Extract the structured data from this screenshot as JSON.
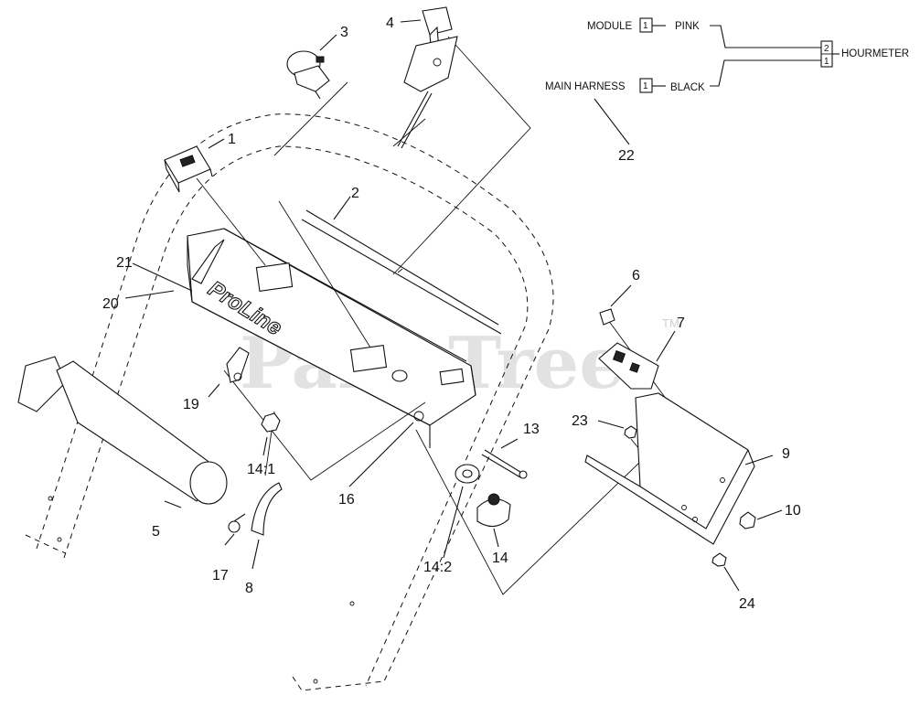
{
  "diagram": {
    "watermark": "PartsTree",
    "trademark": "TM",
    "brand_label": "ProLine",
    "callouts": [
      {
        "id": "c1",
        "text": "1"
      },
      {
        "id": "c2",
        "text": "2"
      },
      {
        "id": "c3",
        "text": "3"
      },
      {
        "id": "c4",
        "text": "4"
      },
      {
        "id": "c5",
        "text": "5"
      },
      {
        "id": "c6",
        "text": "6"
      },
      {
        "id": "c7",
        "text": "7"
      },
      {
        "id": "c8",
        "text": "8"
      },
      {
        "id": "c9",
        "text": "9"
      },
      {
        "id": "c10",
        "text": "10"
      },
      {
        "id": "c13",
        "text": "13"
      },
      {
        "id": "c14",
        "text": "14"
      },
      {
        "id": "c14_1",
        "text": "14:1"
      },
      {
        "id": "c14_2",
        "text": "14:2"
      },
      {
        "id": "c16",
        "text": "16"
      },
      {
        "id": "c17",
        "text": "17"
      },
      {
        "id": "c19",
        "text": "19"
      },
      {
        "id": "c20",
        "text": "20"
      },
      {
        "id": "c21",
        "text": "21"
      },
      {
        "id": "c22",
        "text": "22"
      },
      {
        "id": "c23",
        "text": "23"
      },
      {
        "id": "c24",
        "text": "24"
      }
    ],
    "wiring": {
      "module_label": "MODULE",
      "module_pin": "1",
      "pink_label": "PINK",
      "main_harness_label": "MAIN HARNESS",
      "harness_pin": "1",
      "black_label": "BLACK",
      "hourmeter_label": "HOURMETER",
      "hourmeter_pin_top": "2",
      "hourmeter_pin_bottom": "1"
    }
  }
}
